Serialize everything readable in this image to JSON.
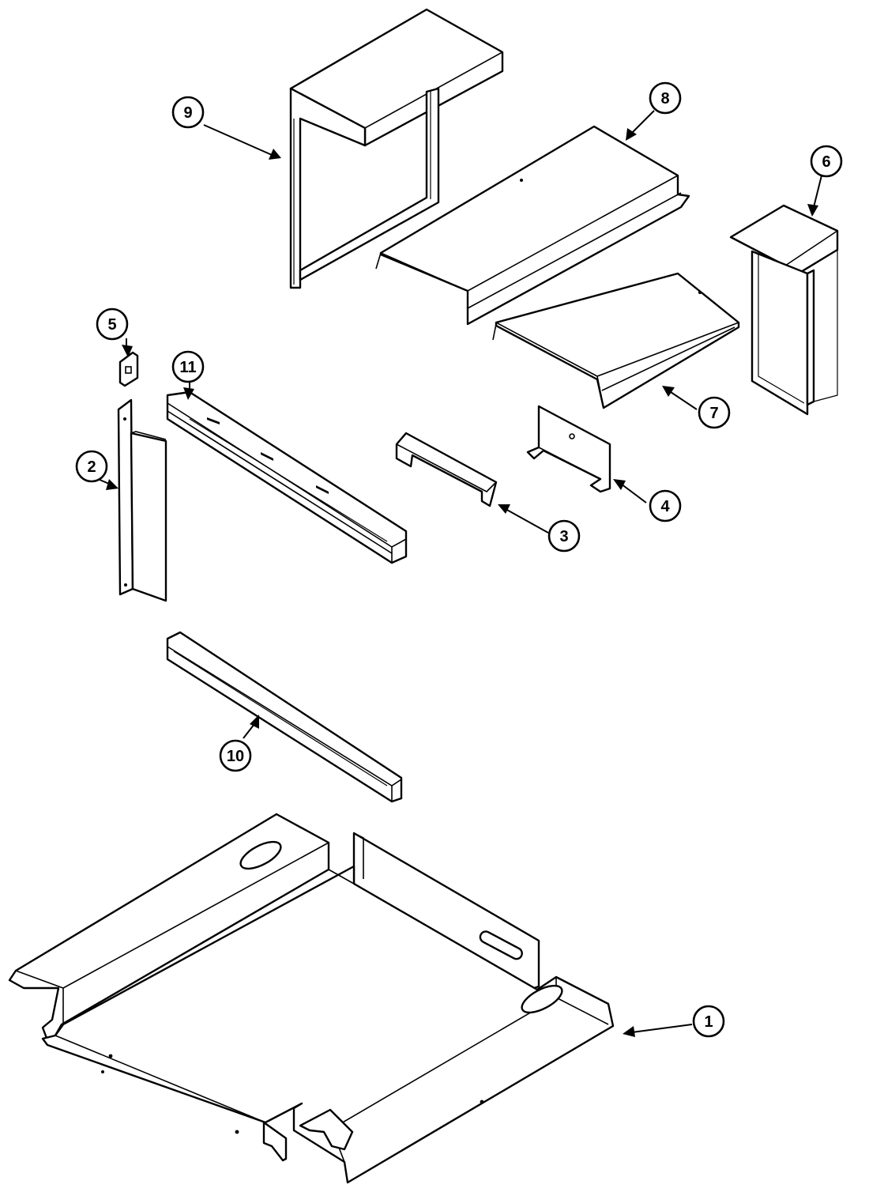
{
  "callouts": [
    {
      "key": "c1",
      "label": "1"
    },
    {
      "key": "c2",
      "label": "2"
    },
    {
      "key": "c3",
      "label": "3"
    },
    {
      "key": "c4",
      "label": "4"
    },
    {
      "key": "c5",
      "label": "5"
    },
    {
      "key": "c6",
      "label": "6"
    },
    {
      "key": "c7",
      "label": "7"
    },
    {
      "key": "c8",
      "label": "8"
    },
    {
      "key": "c9",
      "label": "9"
    },
    {
      "key": "c10",
      "label": "10"
    },
    {
      "key": "c11",
      "label": "11"
    }
  ]
}
